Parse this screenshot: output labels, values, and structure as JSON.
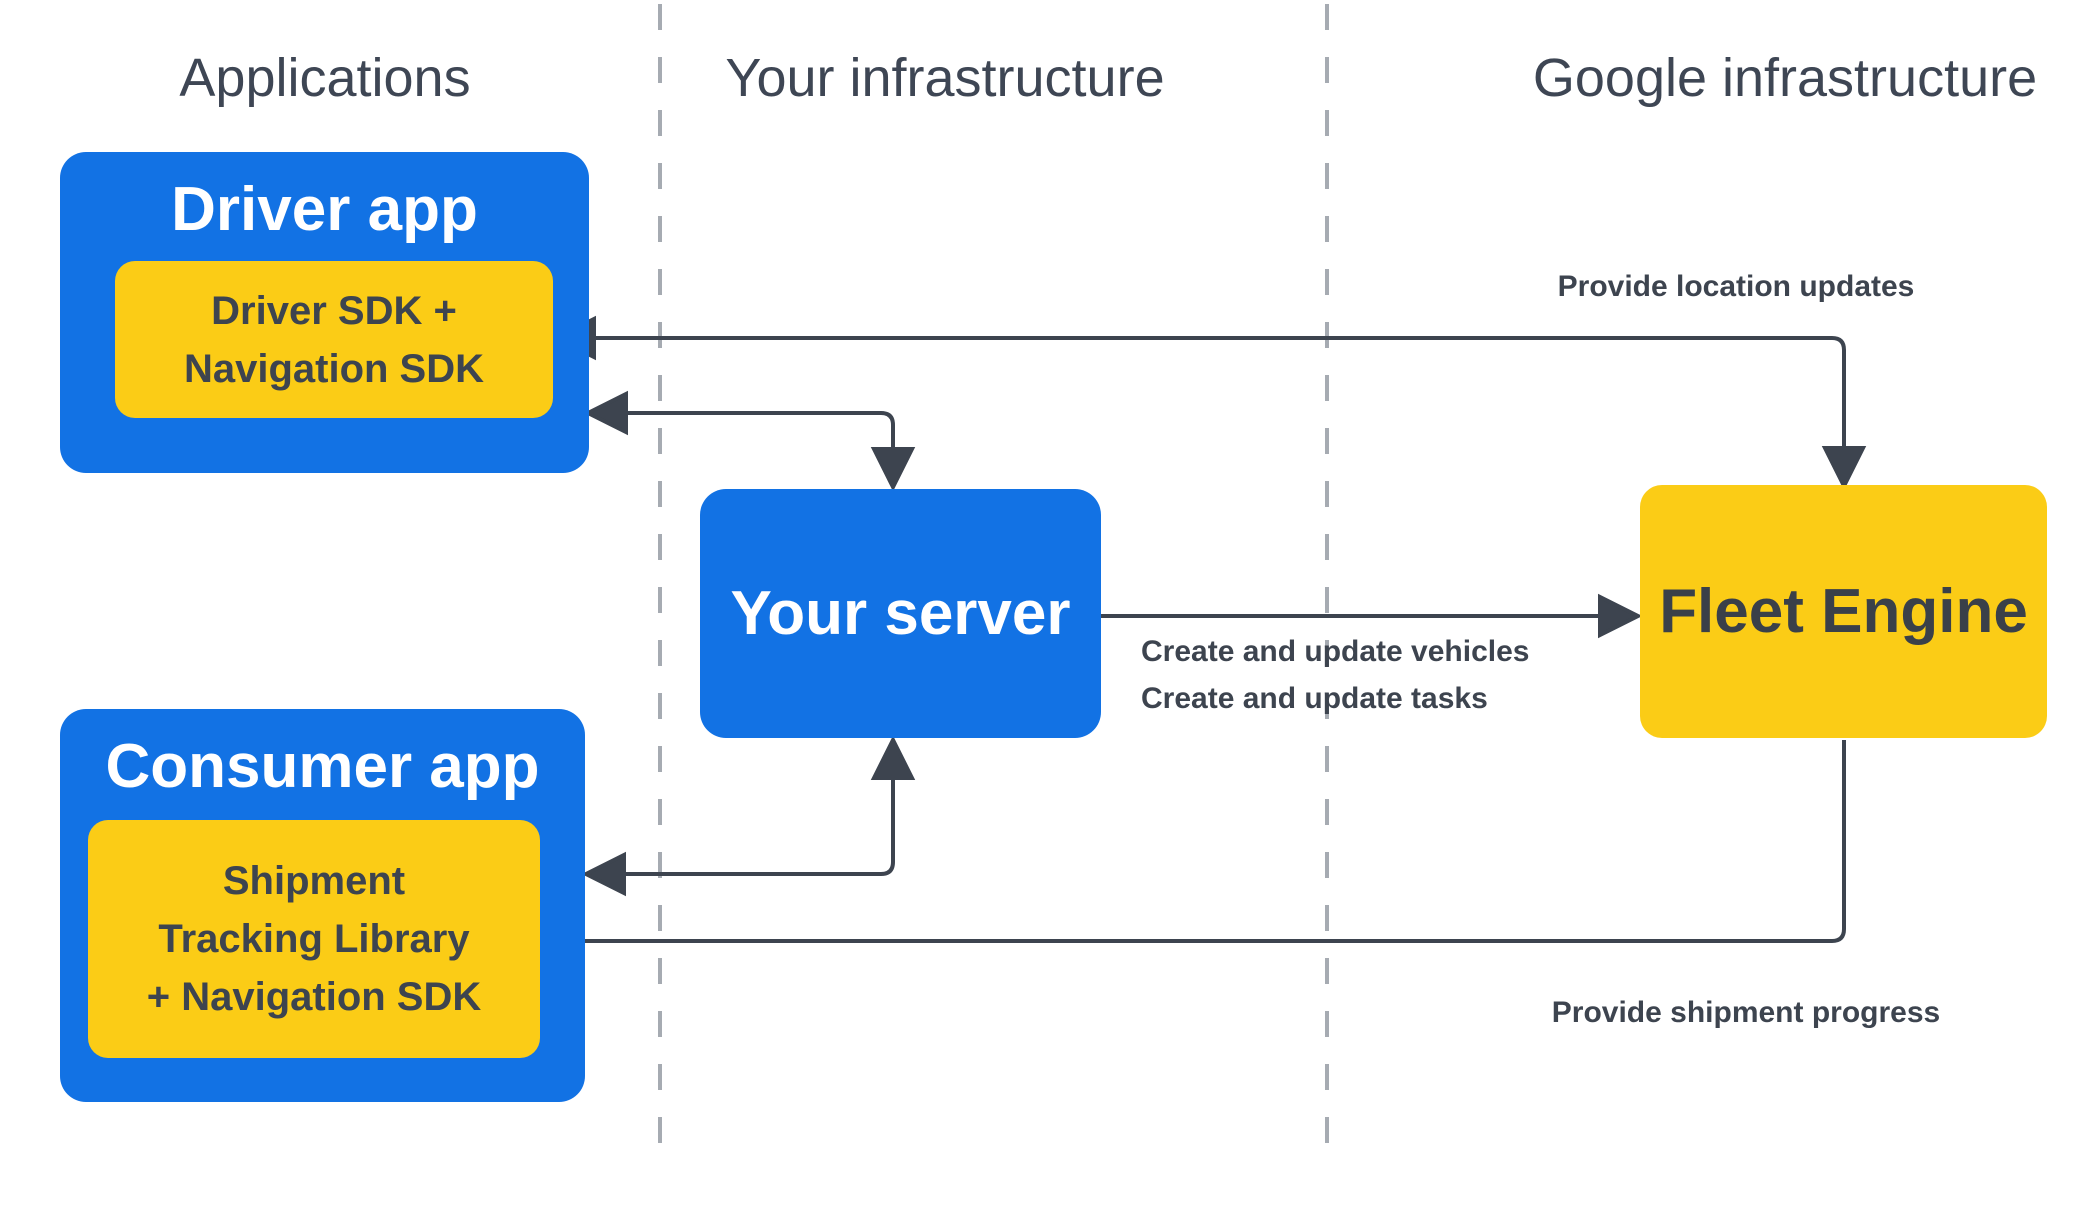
{
  "lanes": {
    "applications": "Applications",
    "your_infrastructure": "Your infrastructure",
    "google_infrastructure": "Google infrastructure"
  },
  "nodes": {
    "driver_app": {
      "title": "Driver app",
      "sdk_lines": [
        "Driver SDK +",
        "Navigation SDK"
      ]
    },
    "consumer_app": {
      "title": "Consumer app",
      "sdk_lines": [
        "Shipment",
        "Tracking Library",
        "+ Navigation SDK"
      ]
    },
    "your_server": {
      "title": "Your server"
    },
    "fleet_engine": {
      "title": "Fleet Engine"
    }
  },
  "flow_labels": {
    "location_updates": "Provide location updates",
    "create_vehicles": "Create and update vehicles",
    "create_tasks": "Create and update tasks",
    "shipment_progress": "Provide shipment progress"
  },
  "colors": {
    "app_blue": "#1272e4",
    "sdk_yellow": "#fbcc16",
    "line_dark": "#3d444f",
    "header_gray": "#3e4654",
    "divider_gray": "#a6abb2",
    "box_title_white": "#ffffff"
  }
}
